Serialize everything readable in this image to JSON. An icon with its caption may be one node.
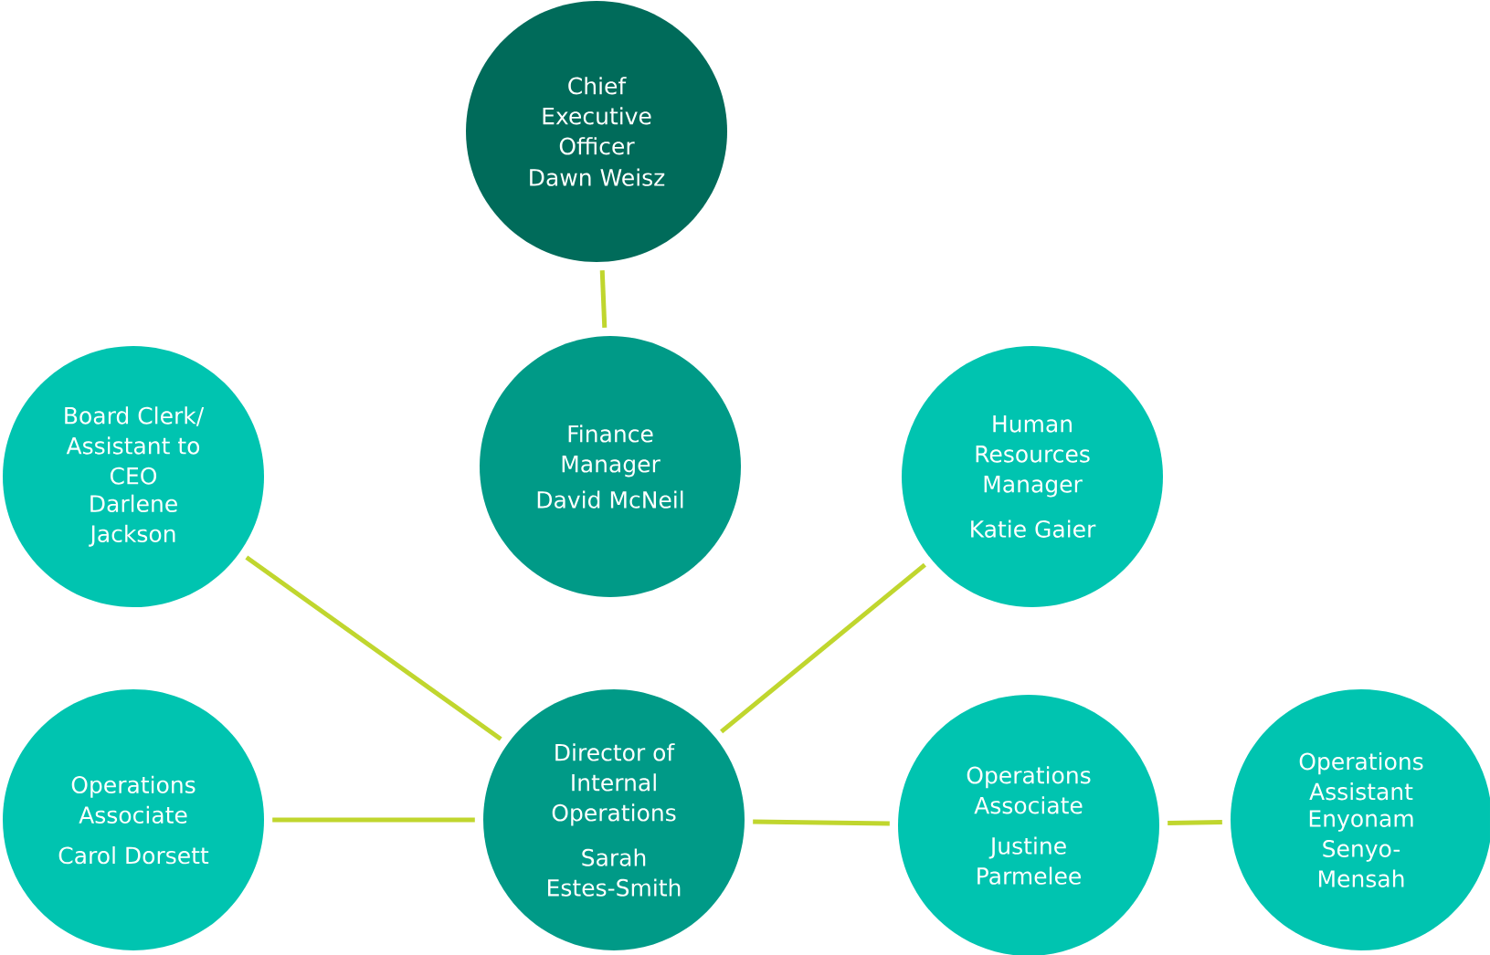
{
  "diagram": {
    "nodes": [
      {
        "text": [
          "Chief Executive Officer",
          "Dawn Weisz"
        ]
      },
      {
        "text": [
          "Finance Manager",
          "David McNeil"
        ]
      },
      {
        "text": [
          "Board Clerk/ Assistant to CEO",
          "Darlene Jackson"
        ]
      },
      {
        "text": [
          "Human Resources Manager",
          "Katie Gaier"
        ]
      },
      {
        "text": [
          "Director of Internal Operations",
          "Sarah Estes-Smith"
        ]
      },
      {
        "text": [
          "Operations Associate",
          "Carol Dorsett"
        ]
      },
      {
        "text": [
          "Operations Associate",
          "Justine Parmelee"
        ]
      },
      {
        "text": [
          "Operations Assistant",
          "Enyonam Senyo-Mensah"
        ]
      }
    ],
    "edges": [
      {
        "from": 0,
        "to": 1,
        "arrow": "none"
      },
      {
        "from": 2,
        "to": 4,
        "arrow": "none"
      },
      {
        "from": 3,
        "to": 4,
        "arrow": "none"
      },
      {
        "from": 5,
        "to": 4,
        "arrow": "none"
      },
      {
        "from": 4,
        "to": 6,
        "arrow": "none"
      },
      {
        "from": 6,
        "to": 7,
        "arrow": "none"
      }
    ]
  }
}
